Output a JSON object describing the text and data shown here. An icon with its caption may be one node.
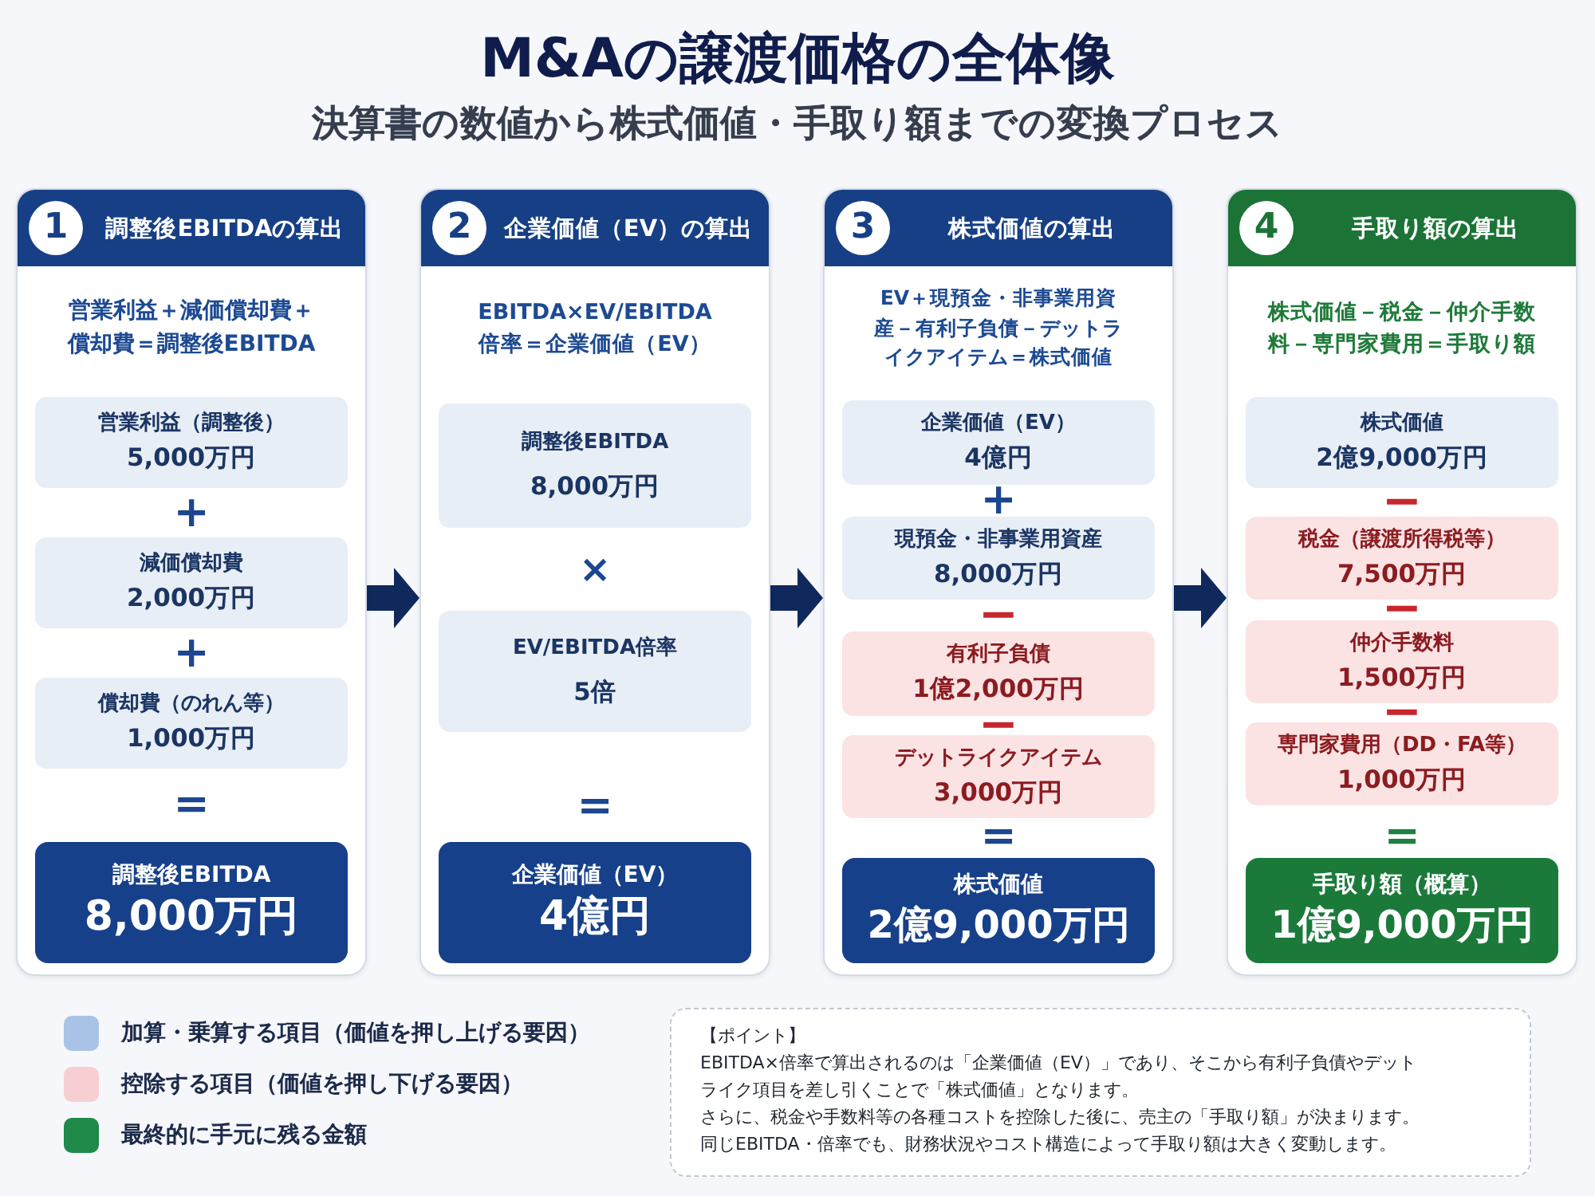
{
  "diagram": {
    "title": "M&Aの譲渡価格の全体像",
    "nodes": [
      {
        "text": [
          "1",
          "調整後EBITDAの算出",
          "営業利益＋減価償却費＋償却費＝調整後EBITDA"
        ]
      },
      {
        "text": [
          "営業利益（調整後）",
          "5,000万円"
        ],
        "in": 0
      },
      {
        "text": [
          "減価償却費",
          "2,000万円"
        ],
        "in": 0
      },
      {
        "text": [
          "償却費（のれん等）",
          "1,000万円"
        ],
        "in": 0
      },
      {
        "text": [
          "調整後EBITDA",
          "8,000万円"
        ],
        "in": 0
      },
      {
        "text": [
          "2",
          "企業価値（EV）の算出",
          "EBITDA×EV/EBITDA倍率＝企業価値（EV）"
        ]
      },
      {
        "text": [
          "調整後EBITDA",
          "8,000万円"
        ],
        "in": 5
      },
      {
        "text": [
          "EV/EBITDA倍率",
          "5倍"
        ],
        "in": 5
      },
      {
        "text": [
          "企業価値（EV）",
          "4億円"
        ],
        "in": 5
      },
      {
        "text": [
          "3",
          "株式価値の算出",
          "EV＋現預金・非事業用資産－有利子負債－デットライクアイテム＝株式価値"
        ]
      },
      {
        "text": [
          "企業価値（EV）",
          "4億円"
        ],
        "in": 9
      },
      {
        "text": [
          "現預金・非事業用資産",
          "8,000万円"
        ],
        "in": 9
      },
      {
        "text": [
          "有利子負債",
          "1億2,000万円"
        ],
        "in": 9
      },
      {
        "text": [
          "デットライクアイテム",
          "3,000万円"
        ],
        "in": 9
      },
      {
        "text": [
          "株式価値",
          "2億9,000万円"
        ],
        "in": 9
      },
      {
        "text": [
          "4",
          "手取り額の算出",
          "株式価値－税金－仲介手数料－専門家費用＝手取り額"
        ]
      },
      {
        "text": [
          "株式価値",
          "2億9,000万円"
        ],
        "in": 15
      },
      {
        "text": [
          "税金（譲渡所得税等）",
          "7,500万円"
        ],
        "in": 15
      },
      {
        "text": [
          "仲介手数料",
          "1,500万円"
        ],
        "in": 15
      },
      {
        "text": [
          "専門家費用（DD・FA等）",
          "1,000万円"
        ],
        "in": 15
      },
      {
        "text": [
          "手取り額（概算）",
          "1億9,000万円"
        ],
        "in": 15
      },
      {
        "text": [
          "【ポイント】",
          "EBITDA×倍率で算出されるのは「企業価値（EV）」であり、そこから有利子負債やデットライク項目を差し引くことで「株式価値」となります。",
          "さらに、税金や手数料等の各種コストを控除した後に、売主の「手取り額」が決まります。",
          "同じEBITDA・倍率でも、財務状況やコスト構造によって手取り額は大きく変動します。"
        ]
      }
    ],
    "edges": [
      {
        "from": 0,
        "to": 5,
        "arrow": "to"
      },
      {
        "from": 5,
        "to": 9,
        "arrow": "to"
      },
      {
        "from": 9,
        "to": 15,
        "arrow": "to"
      }
    ],
    "labels": [
      "決算書の数値から株式価値・手取り額までの変換プロセス",
      "+",
      "+",
      "=",
      "×",
      "=",
      "+",
      "−",
      "−",
      "=",
      "−",
      "−",
      "−",
      "="
    ],
    "legend": [
      {
        "text": "加算・乗算する項目（価値を押し上げる要因）",
        "color": "#a8c3e6"
      },
      {
        "text": "控除する項目（価値を押し下げる要因）",
        "color": "#f7cfd2"
      },
      {
        "text": "最終的に手元に残る金額",
        "color": "#1f8a4a"
      }
    ]
  }
}
